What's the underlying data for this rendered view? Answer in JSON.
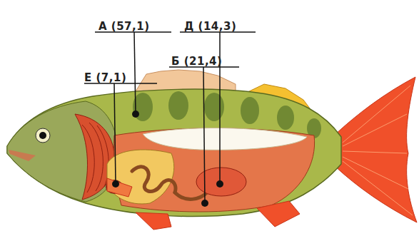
{
  "diagram": {
    "labels": [
      "А (57,1)",
      "Д (14,3)",
      "Б (21,4)",
      "Е (7,1)"
    ]
  }
}
